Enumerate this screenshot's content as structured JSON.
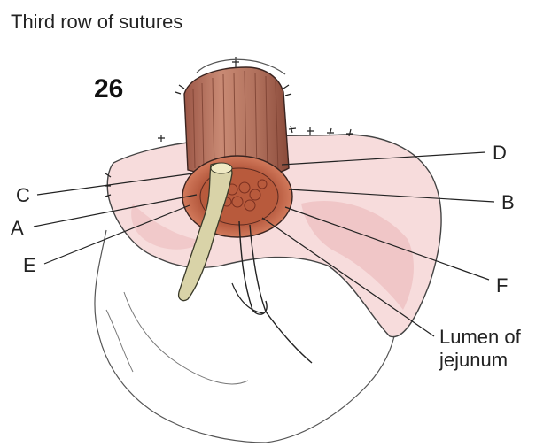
{
  "title": "Third row of sutures",
  "figure_number": "26",
  "labels": {
    "c": "C",
    "a": "A",
    "e": "E",
    "d": "D",
    "b": "B",
    "f": "F",
    "lumen": "Lumen of\njejunum"
  },
  "colors": {
    "pancreas_fill": "#f7dcdc",
    "pancreas_shade": "#e8b4b6",
    "stump_fill": "#b9735f",
    "stump_stripe": "#8a4a3a",
    "ring_fill": "#c45c3c",
    "catheter_fill": "#d9d3a8",
    "outline": "#333333"
  }
}
